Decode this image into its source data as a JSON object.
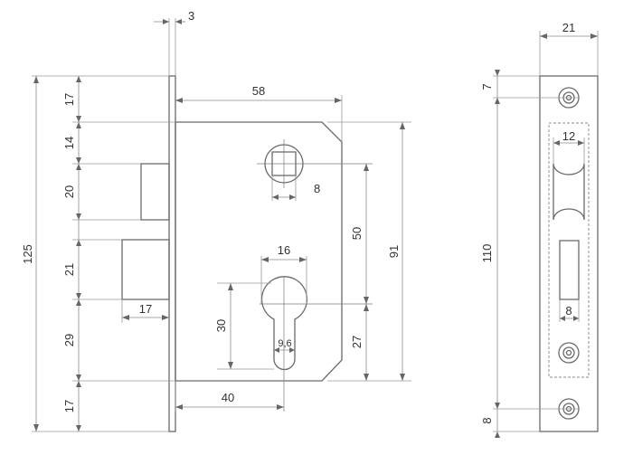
{
  "colors": {
    "line": "#6a6a6a",
    "dim": "#8a8a8a",
    "text": "#333333",
    "background": "#ffffff"
  },
  "dimensions": {
    "faceplate_thickness": "3",
    "upper_to_case": "17",
    "case_to_latch": "14",
    "latch_height": "20",
    "bolt_height": "21",
    "bolt_to_cylinder": "29",
    "lower_margin": "17",
    "overall_height": "125",
    "case_depth": "58",
    "spindle_square": "8",
    "spindle_to_cylinder": "50",
    "case_height": "91",
    "bolt_throw": "17",
    "cylinder_width": "16",
    "cylinder_height": "30",
    "cylinder_slot": "9,6",
    "cylinder_to_bottom": "27",
    "backset": "40",
    "strike_width": "21",
    "strike_top": "7",
    "strike_hole_spacing": "110",
    "strike_bottom": "8",
    "strike_latch_opening": "12",
    "strike_bolt_opening": "8"
  }
}
